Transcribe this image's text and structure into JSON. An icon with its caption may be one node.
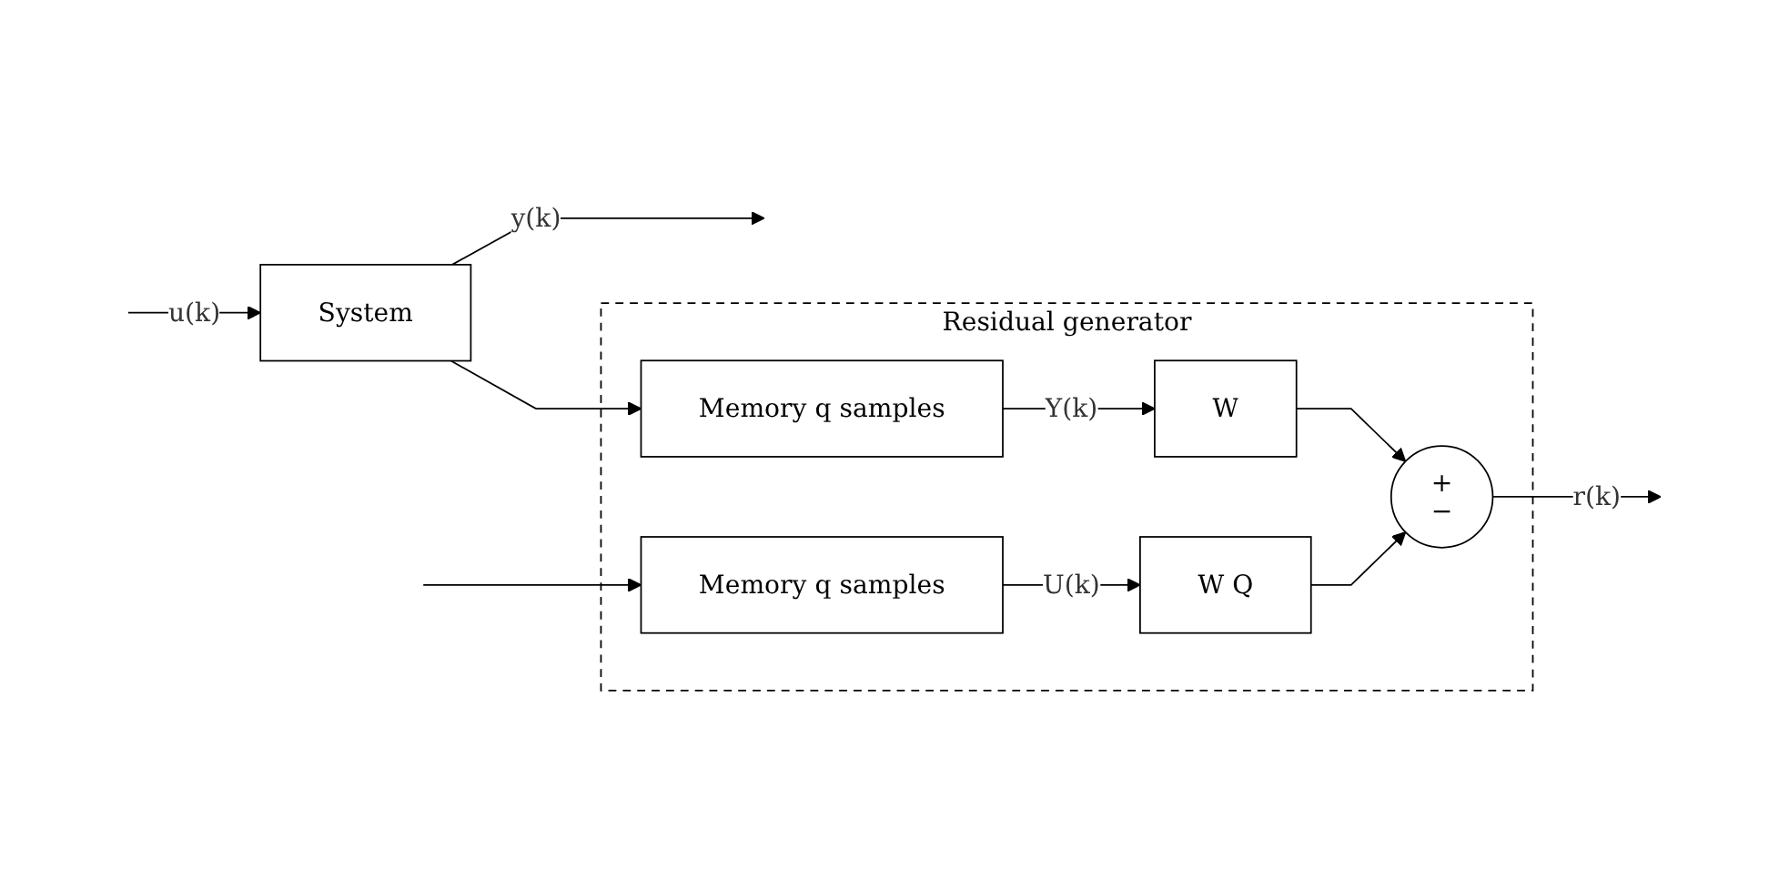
{
  "diagram": {
    "nodes": [
      {
        "text": [
          "Residual generator"
        ]
      },
      {
        "text": [
          "System"
        ]
      },
      {
        "text": [
          "Memory q samples"
        ],
        "in": 0
      },
      {
        "text": [
          "W"
        ],
        "in": 0
      },
      {
        "text": [
          "Memory q samples"
        ],
        "in": 0
      },
      {
        "text": [
          "W Q"
        ],
        "in": 0
      },
      {
        "text": [
          "+",
          "−"
        ],
        "in": 0
      }
    ],
    "edges": [
      {
        "from": null,
        "to": 1,
        "arrow": "to",
        "label": "u(k)"
      },
      {
        "from": null,
        "to": 4,
        "arrow": "to"
      },
      {
        "from": 1,
        "to": null,
        "arrow": "to",
        "label": "y(k)"
      },
      {
        "from": 1,
        "to": 2,
        "arrow": "to"
      },
      {
        "from": 2,
        "to": 3,
        "arrow": "to",
        "label": "Y(k)"
      },
      {
        "from": 4,
        "to": 5,
        "arrow": "to",
        "label": "U(k)"
      },
      {
        "from": 3,
        "to": 6,
        "arrow": "to"
      },
      {
        "from": 5,
        "to": 6,
        "arrow": "to"
      },
      {
        "from": 6,
        "to": null,
        "arrow": "to",
        "label": "r(k)"
      }
    ]
  }
}
